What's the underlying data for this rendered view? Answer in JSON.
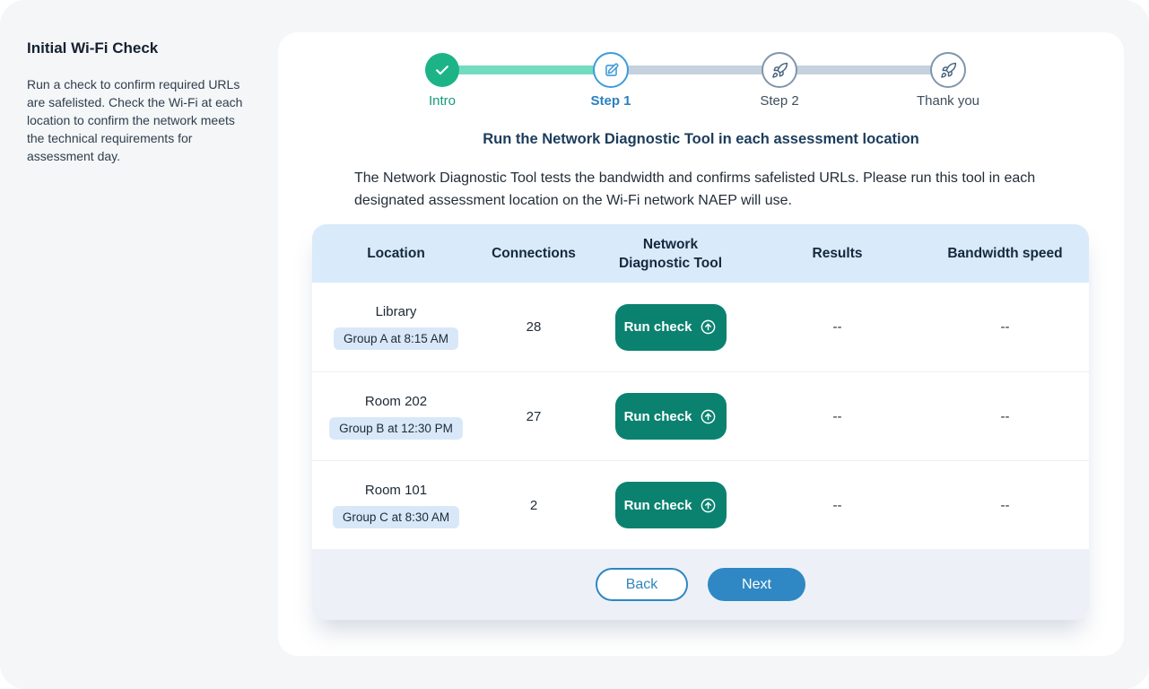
{
  "sidebar": {
    "title": "Initial Wi-Fi Check",
    "description": "Run a check to confirm required URLs are safelisted. Check the Wi-Fi at each location to confirm the network meets the technical requirements for assessment day."
  },
  "stepper": {
    "steps": [
      {
        "label": "Intro",
        "state": "complete",
        "icon": "check-icon"
      },
      {
        "label": "Step 1",
        "state": "current",
        "icon": "edit-icon"
      },
      {
        "label": "Step 2",
        "state": "upcoming",
        "icon": "rocket-icon"
      },
      {
        "label": "Thank you",
        "state": "upcoming",
        "icon": "rocket-icon"
      }
    ]
  },
  "main": {
    "heading": "Run the Network Diagnostic Tool in each assessment location",
    "description": "The Network Diagnostic Tool tests the bandwidth and confirms safelisted URLs. Please run this tool in each designated assessment location on the Wi-Fi network NAEP will use."
  },
  "table": {
    "columns": [
      "Location",
      "Connections",
      "Network Diagnostic Tool",
      "Results",
      "Bandwidth speed"
    ],
    "rows": [
      {
        "location": "Library",
        "group": "Group A at 8:15 AM",
        "connections": "28",
        "action": "Run check",
        "results": "--",
        "bandwidth": "--"
      },
      {
        "location": "Room 202",
        "group": "Group B at 12:30 PM",
        "connections": "27",
        "action": "Run check",
        "results": "--",
        "bandwidth": "--"
      },
      {
        "location": "Room 101",
        "group": "Group C at 8:30 AM",
        "connections": "2",
        "action": "Run check",
        "results": "--",
        "bandwidth": "--"
      }
    ]
  },
  "footer": {
    "back_label": "Back",
    "next_label": "Next"
  },
  "colors": {
    "page_bg": "#f4f6f8",
    "step_complete": "#1cb487",
    "step_complete_line": "#73dcc0",
    "step_current_border": "#3f9bd8",
    "step_upcoming_border": "#8096ac",
    "step_upcoming_line": "#c5d1de",
    "run_check_green": "#0b8270",
    "next_blue": "#2f88c4",
    "table_header_blue": "#d9eafa",
    "badge_blue": "#d9e8f8"
  }
}
